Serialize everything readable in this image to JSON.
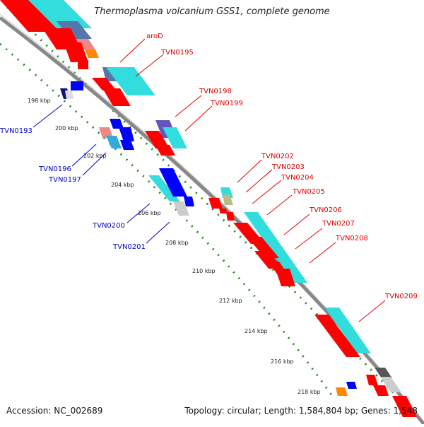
{
  "header": {
    "title": "Thermoplasma volcanium GSS1, complete genome"
  },
  "footer": {
    "accession": "Accession: NC_002689",
    "topology": "Topology: circular; Length: 1,584,804 bp; Genes: 1,548"
  },
  "ticks": [
    "198 kbp",
    "200 kbp",
    "202 kbp",
    "204 kbp",
    "206 kbp",
    "208 kbp",
    "210 kbp",
    "212 kbp",
    "214 kbp",
    "216 kbp",
    "218 kbp"
  ],
  "gene_labels_forward": [
    "aroD",
    "TVN0195",
    "TVN0198",
    "TVN0199",
    "TVN0202",
    "TVN0203",
    "TVN0204",
    "TVN0205",
    "TVN0206",
    "TVN0207",
    "TVN0208",
    "TVN0209"
  ],
  "gene_labels_reverse": [
    "TVN0193",
    "TVN0196",
    "TVN0197",
    "TVN0200",
    "TVN0201"
  ],
  "colors": {
    "gene_red": "#ff0000",
    "cyan": "#33dddd",
    "blue": "#0000ff",
    "steel_blue": "#5577aa",
    "pink": "#ee8888",
    "orange": "#ff8800",
    "gray": "#999999",
    "backbone": "#888888",
    "tick_green": "#228822",
    "label_red": "#e00000",
    "label_blue": "#0000cc"
  }
}
